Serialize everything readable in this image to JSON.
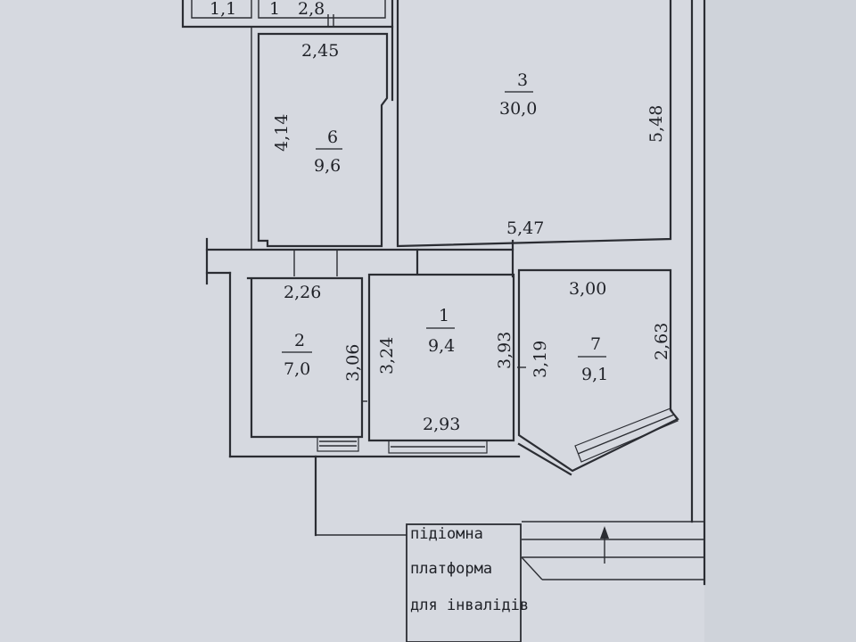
{
  "rooms": [
    {
      "id": "3",
      "area": "30,0"
    },
    {
      "id": "6",
      "area": "9,6"
    },
    {
      "id": "2",
      "area": "7,0"
    },
    {
      "id": "1",
      "area": "9,4"
    },
    {
      "id": "7",
      "area": "9,1"
    }
  ],
  "top_partial": {
    "a": "1,1",
    "b": "2,8",
    "c": "1"
  },
  "dims": {
    "r6_top": "2,45",
    "r6_side": "4,14",
    "r3_side": "5,48",
    "r3_bottom": "5,47",
    "r2_top": "2,26",
    "r2_side": "3,06",
    "r1_left": "3,24",
    "r1_right": "3,93",
    "r1_bottom": "2,93",
    "r7_top": "3,00",
    "r7_left": "3,19",
    "r7_right": "2,63"
  },
  "sign": {
    "line1": "підіомна",
    "line2": "платформа",
    "line3": "для інвалідів"
  }
}
